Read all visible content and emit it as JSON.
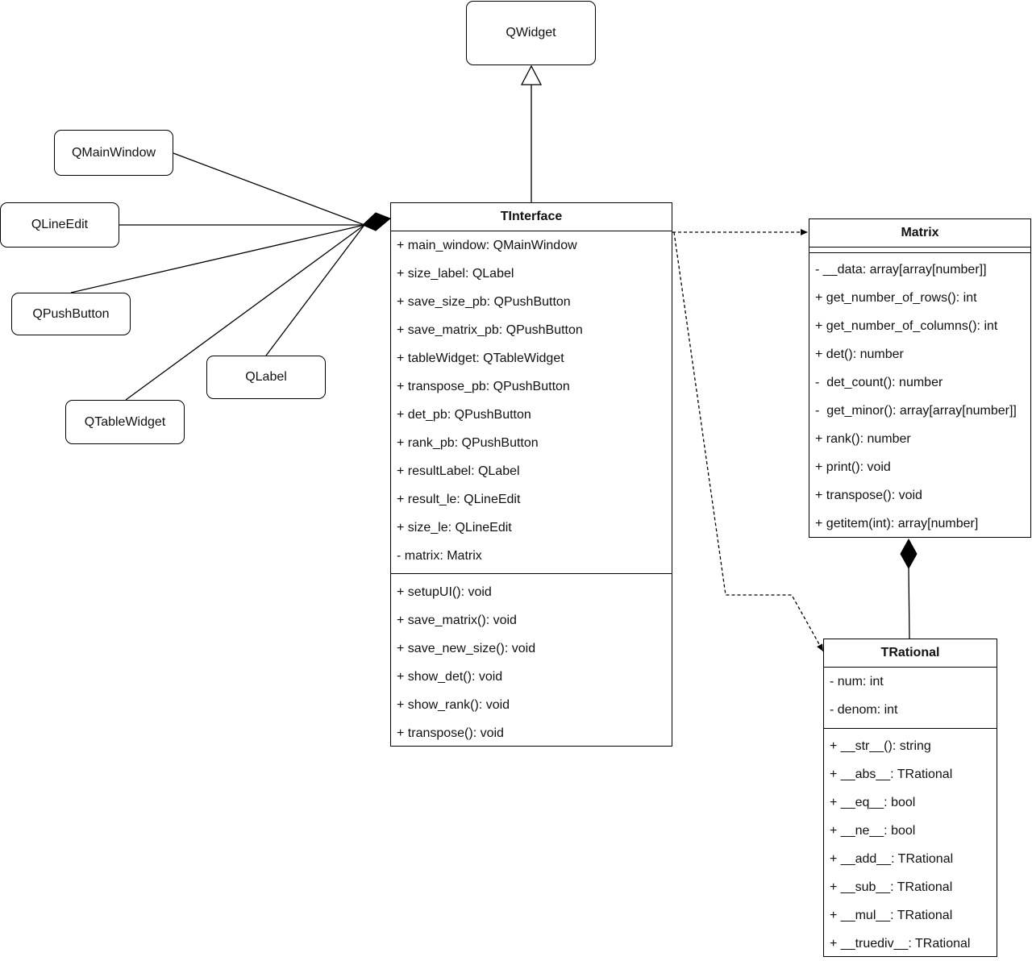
{
  "nodes": {
    "qwidget": "QWidget",
    "qmainwindow": "QMainWindow",
    "qlineedit": "QLineEdit",
    "qpushbutton": "QPushButton",
    "qlabel": "QLabel",
    "qtablewidget": "QTableWidget"
  },
  "classes": {
    "tinterface": {
      "name": "TInterface",
      "attributes": [
        "+ main_window: QMainWindow",
        "+ size_label: QLabel",
        "+ save_size_pb: QPushButton",
        "+ save_matrix_pb: QPushButton",
        "+ tableWidget: QTableWidget",
        "+ transpose_pb: QPushButton",
        "+ det_pb: QPushButton",
        "+ rank_pb: QPushButton",
        "+ resultLabel: QLabel",
        "+ result_le: QLineEdit",
        "+ size_le: QLineEdit",
        "- matrix: Matrix"
      ],
      "methods": [
        "+ setupUI(): void",
        "+ save_matrix(): void",
        "+ save_new_size(): void",
        "+ show_det(): void",
        "+ show_rank(): void",
        "+ transpose(): void"
      ]
    },
    "matrix": {
      "name": "Matrix",
      "attributes": [],
      "methods": [
        "- __data: array[array[number]]",
        "+ get_number_of_rows(): int",
        "+ get_number_of_columns(): int",
        "+ det(): number",
        "-  det_count(): number",
        "-  get_minor(): array[array[number]]",
        "+ rank(): number",
        "+ print(): void",
        "+ transpose(): void",
        "+ getitem(int): array[number]"
      ]
    },
    "trational": {
      "name": "TRational",
      "attributes": [
        "- num: int",
        "- denom: int"
      ],
      "methods": [
        "+ __str__(): string",
        "+ __abs__: TRational",
        "+ __eq__: bool",
        "+ __ne__: bool",
        "+ __add__: TRational",
        "+ __sub__: TRational",
        "+ __mul__: TRational",
        "+ __truediv__: TRational"
      ]
    }
  }
}
